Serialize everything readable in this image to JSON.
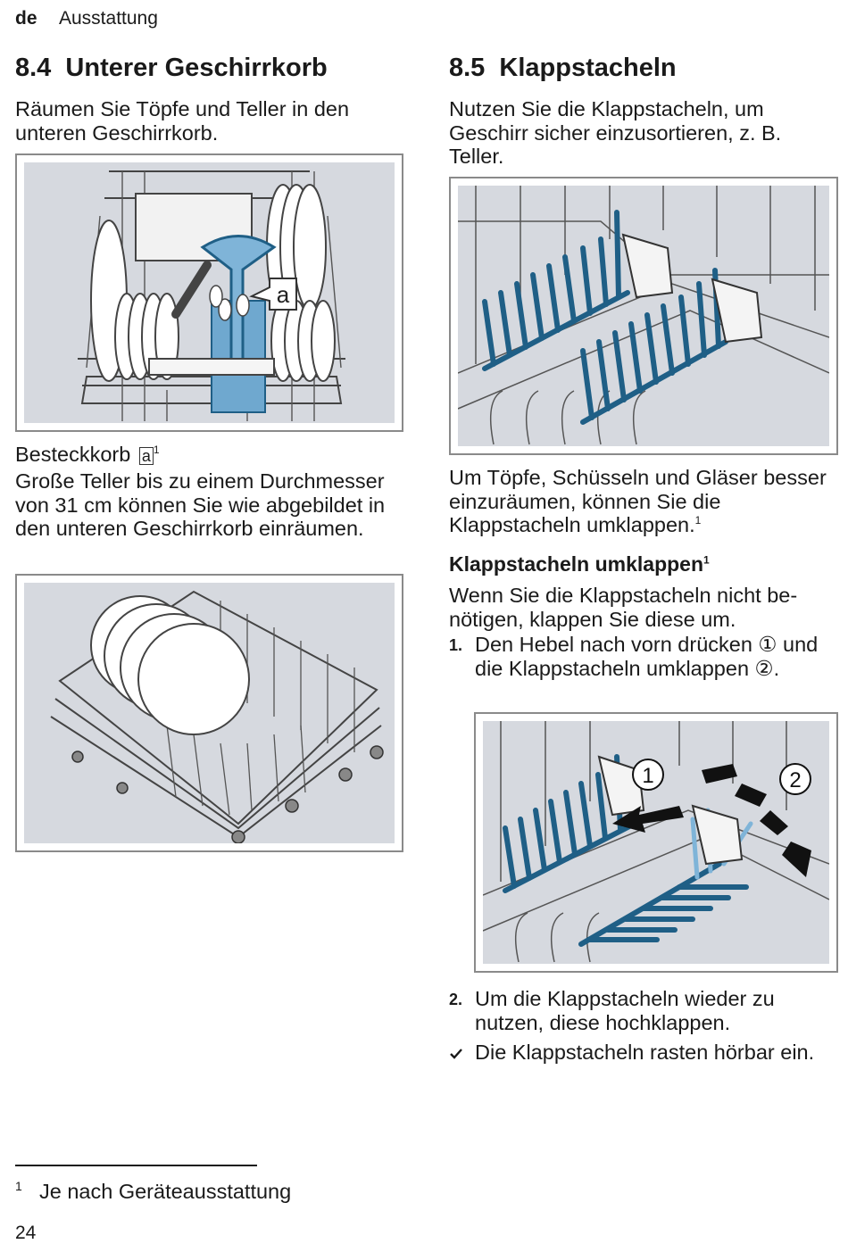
{
  "header": {
    "lang": "de",
    "section": "Ausstattung"
  },
  "left": {
    "title": "8.4  Unterer Geschirrkorb",
    "intro": "Räumen Sie Töpfe und Teller in den unteren Geschirrkorb.",
    "fig1_callout": "a",
    "caption_label": "Besteckkorb",
    "caption_callout": "a",
    "caption_sup": "1",
    "text": "Große Teller bis zu einem Durchmes­ser von 31 cm können Sie wie abge­bildet in den unteren Geschirrkorb einräumen."
  },
  "right": {
    "title": "8.5  Klappstacheln",
    "intro": "Nutzen Sie die Klappstacheln, um Geschirr sicher einzusortieren, z. B. Teller.",
    "after_fig": "Um Töpfe, Schüsseln und Gläser besser einzuräumen, können Sie die Klappstacheln umklappen.",
    "after_fig_sup": "1",
    "subtitle": "Klappstacheln umklappen",
    "subtitle_sup": "1",
    "sub_intro": "Wenn Sie die Klappstacheln nicht be­nötigen, klappen Sie diese um.",
    "step1_num": "1.",
    "step1_text": "Den Hebel nach vorn drücken ① und die Klappstacheln umklappen ②.",
    "fig_label1": "1",
    "fig_label2": "2",
    "step2_num": "2.",
    "step2_text": "Um die Klappstacheln wieder zu nutzen, diese hochklappen.",
    "result_icon": "checkmark-icon",
    "result_text": "Die Klappstacheln rasten hörbar ein."
  },
  "footnote": {
    "mark": "1",
    "text": "Je nach Geräteausstattung"
  },
  "page_number": "24",
  "colors": {
    "figure_bg": "#d6d9df",
    "spike_blue": "#1f5f86",
    "light_blue": "#7fb4d8",
    "frame": "#8a8a8a"
  }
}
